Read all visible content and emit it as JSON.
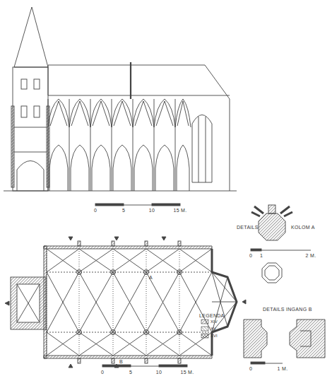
{
  "diagram": {
    "labels": [
      "0",
      "5",
      "10",
      "15 M.",
      "DETAILS",
      "KOLOM A",
      "0",
      "1",
      "2 M.",
      "A",
      "B",
      "LEGENDA",
      "DETAILS INGANG B",
      "0",
      "1 M.",
      "0",
      "5",
      "10",
      "15 M."
    ],
    "legend": [
      {
        "text": "XIV"
      },
      {
        "text": "XV"
      },
      {
        "text": "XVI"
      }
    ]
  }
}
